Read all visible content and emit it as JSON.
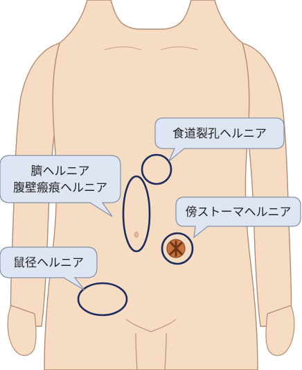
{
  "diagram": {
    "colors": {
      "skin": "#f7dcc4",
      "skin_outline": "#b48a6e",
      "bubble_fill": "#dfe6f3",
      "bubble_stroke": "#7f8fa8",
      "ring": "#1c2b5e",
      "stoma": "#c9713e",
      "stoma_dark": "#6e3414"
    },
    "callouts": [
      {
        "id": "hiatal",
        "text": "食道裂孔ヘルニア"
      },
      {
        "id": "umbilical",
        "line1": "臍ヘルニア",
        "line2": "腹壁瘢痕ヘルニア"
      },
      {
        "id": "parastomal",
        "text": "傍ストーマヘルニア"
      },
      {
        "id": "inguinal",
        "text": "鼠径ヘルニア"
      }
    ]
  }
}
